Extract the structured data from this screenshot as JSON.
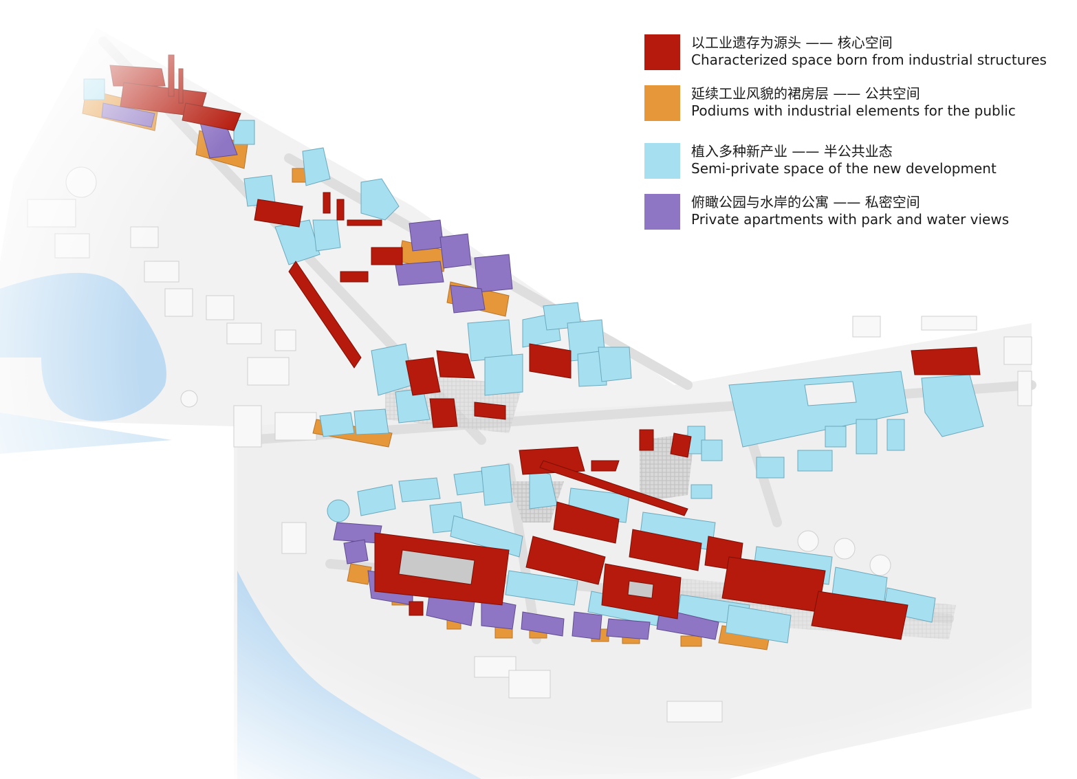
{
  "legend": {
    "items": [
      {
        "zh": "以工业遗存为源头 —— 核心空间",
        "en": "Characterized space born from industrial structures",
        "color": "#b51a0c"
      },
      {
        "zh": "延续工业风貌的裙房层 —— 公共空间",
        "en": "Podiums with industrial elements for the public",
        "color": "#e5973a"
      },
      {
        "zh": "植入多种新产业 —— 半公共业态",
        "en": "Semi-private space of the new development",
        "color": "#a6dff0"
      },
      {
        "zh": "俯瞰公园与水岸的公寓 —— 私密空间",
        "en": "Private apartments with park and water views",
        "color": "#8f76c4"
      }
    ]
  },
  "palette": {
    "ground": "#f2f2f2",
    "road": "#e0e0e0",
    "context_building": "#f7f7f7",
    "water": "#bcdaf2"
  }
}
